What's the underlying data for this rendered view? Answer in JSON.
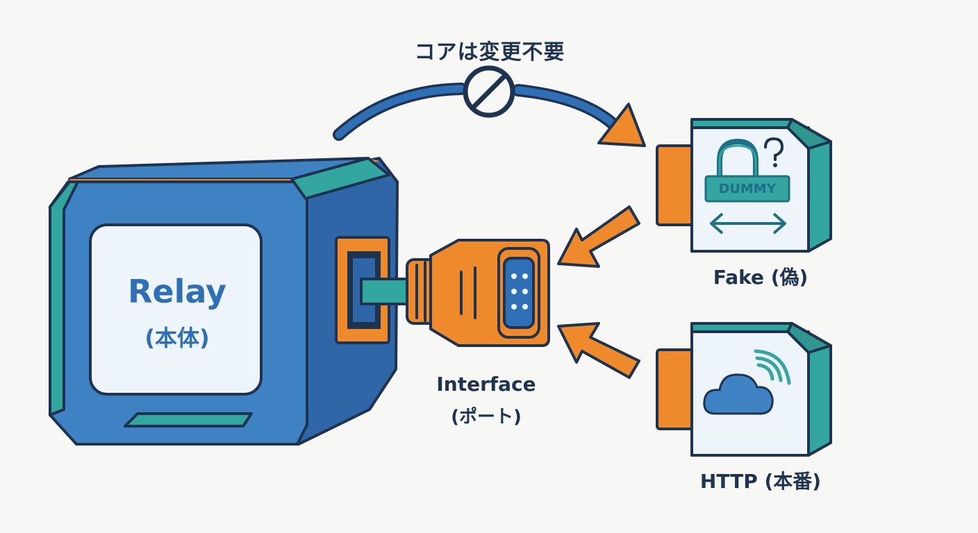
{
  "note": {
    "text": "コアは変更不要",
    "icon": "prohibited-icon"
  },
  "relay": {
    "title": "Relay",
    "subtitle": "(本体)"
  },
  "interface": {
    "title": "Interface",
    "subtitle": "(ポート)"
  },
  "fake": {
    "label": "Fake (偽)",
    "badge": "DUMMY",
    "icons": [
      "padlock-icon",
      "question-mark-icon",
      "double-arrow-icon"
    ]
  },
  "http": {
    "label": "HTTP (本番)",
    "icons": [
      "cloud-icon",
      "wifi-signal-icon"
    ]
  },
  "colors": {
    "blue": "#3f82c4",
    "blue_dark": "#2e66a8",
    "navy": "#1e3350",
    "teal": "#33a6a0",
    "orange": "#ee8a2c",
    "panel": "#eef5fa",
    "background": "#f7f8f5"
  }
}
